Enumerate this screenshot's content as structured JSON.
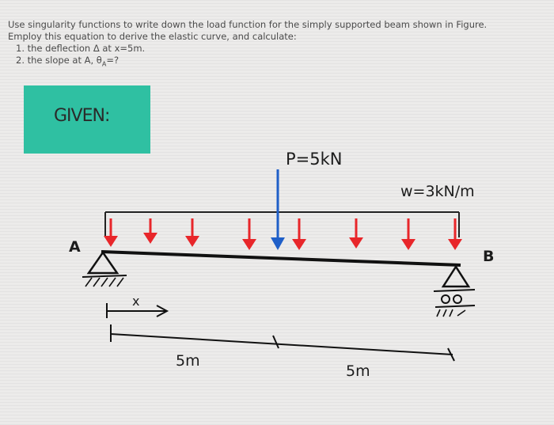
{
  "problem": {
    "line1": "Use singularity functions to write down the load function for the simply supported beam shown in Figure.",
    "line2": "Employ this equation to derive the elastic curve, and calculate:",
    "item1": "1. the deflection Δ at x=5m.",
    "item2_prefix": "2. the slope at A, θ",
    "item2_sub": "A",
    "item2_suffix": "=?"
  },
  "given_note": {
    "text": "GIVEN:"
  },
  "figure": {
    "point_load": "P=5kN",
    "distributed_load": "w=3kN/m",
    "support_a": "A",
    "support_b": "B",
    "x_label": "x",
    "span_left": "5m",
    "span_right": "5m"
  },
  "colors": {
    "note": "#2fc0a2",
    "arrow_red": "#e8262a",
    "arrow_blue": "#1f5fc8"
  }
}
